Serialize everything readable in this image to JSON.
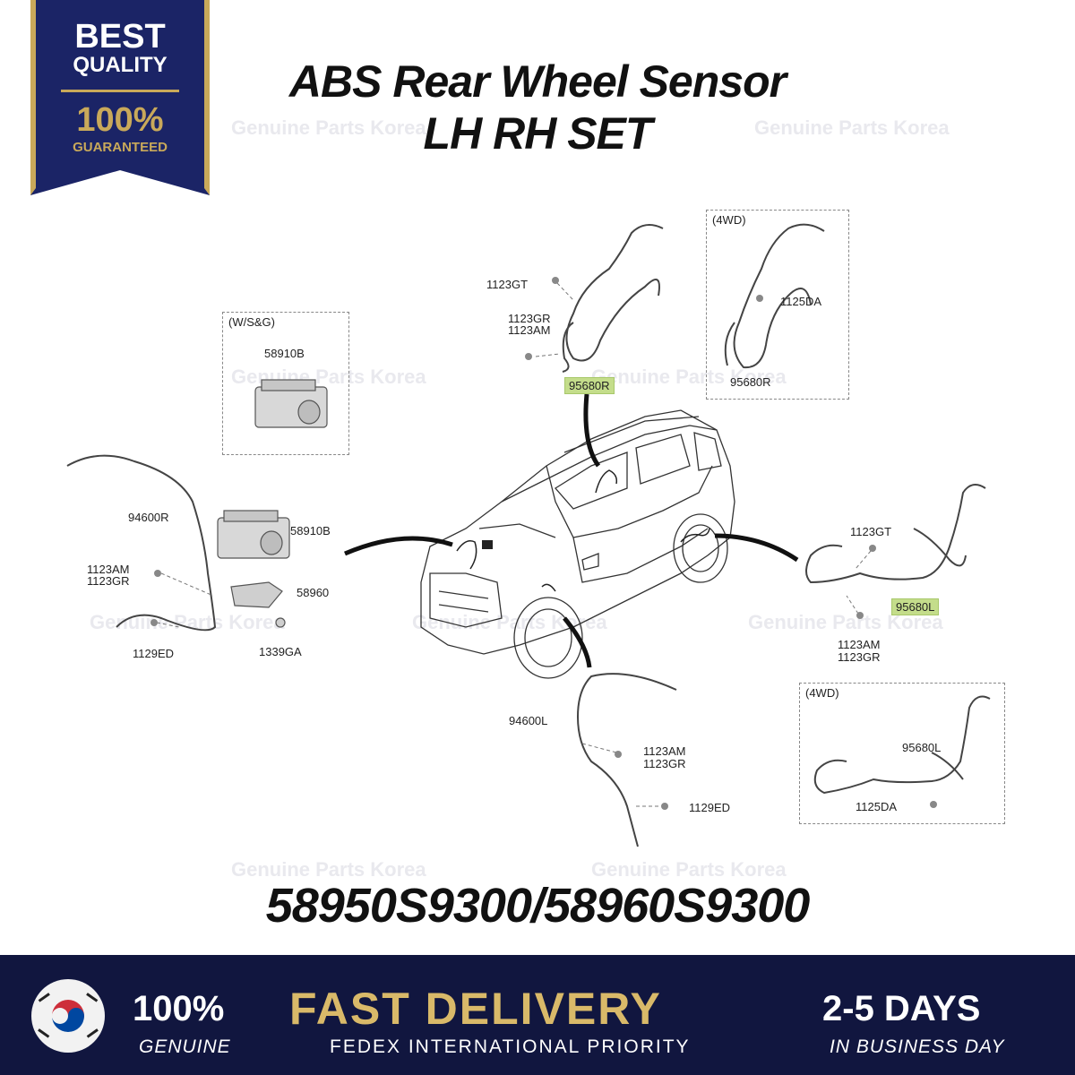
{
  "badge": {
    "line1": "BEST",
    "line2": "QUALITY",
    "line3": "100%",
    "line4": "GUARANTEED",
    "bg_color": "#1b2466",
    "gold_color": "#c9a95a"
  },
  "title": {
    "line1": "ABS Rear Wheel Sensor",
    "line2": "LH RH SET"
  },
  "watermark": "Genuine Parts Korea",
  "part_numbers": "58950S9300/58960S9300",
  "boxes": {
    "wsg": "(W/S&G)",
    "top_4wd": "(4WD)",
    "bottom_4wd": "(4WD)"
  },
  "labels": {
    "b_58910b_box": "58910B",
    "t_1123gt": "1123GT",
    "t_1123gr": "1123GR",
    "t_1123am": "1123AM",
    "t_95680r": "95680R",
    "t4_1125da": "1125DA",
    "t4_95680r": "95680R",
    "l_94600r": "94600R",
    "l_58910b": "58910B",
    "l_1123am": "1123AM",
    "l_1123gr": "1123GR",
    "l_58960": "58960",
    "l_1129ed": "1129ED",
    "l_1339ga": "1339GA",
    "r_1123gt": "1123GT",
    "r_95680l": "95680L",
    "r_1123am": "1123AM",
    "r_1123gr": "1123GR",
    "bl_94600l": "94600L",
    "bl_1123am": "1123AM",
    "bl_1123gr": "1123GR",
    "bl_1129ed": "1129ED",
    "b4_95680l": "95680L",
    "b4_1125da": "1125DA"
  },
  "footer": {
    "genuine_big": "100%",
    "genuine_small": "GENUINE",
    "delivery_big": "FAST DELIVERY",
    "delivery_sub": "FEDEX INTERNATIONAL PRIORITY",
    "days_big": "2-5 DAYS",
    "days_small": "IN BUSINESS DAY",
    "bg_color": "#11163f",
    "gold_color": "#d9b969"
  }
}
